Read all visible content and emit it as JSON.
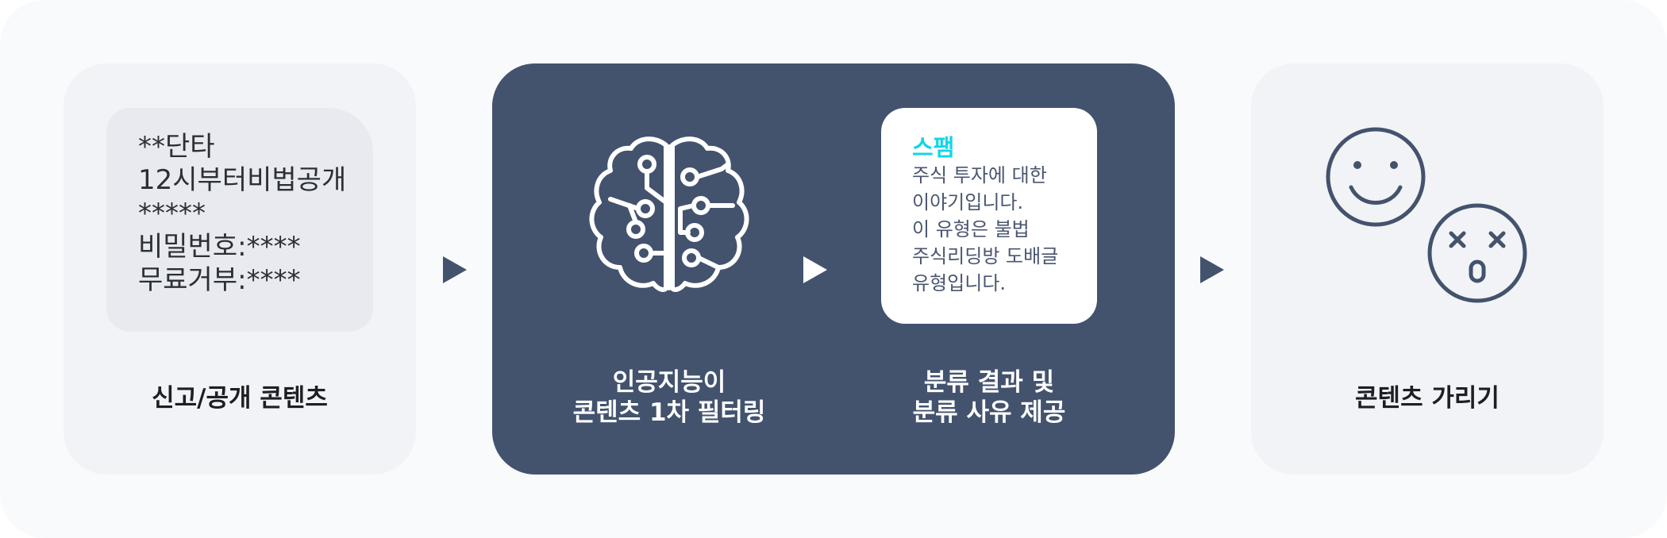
{
  "colors": {
    "background": "#f9fafb",
    "card_light": "#f2f3f6",
    "card_dark": "#43536e",
    "bubble": "#e8eaef",
    "accent_cyan": "#13d6e6",
    "icon_line": "#43536e"
  },
  "steps": {
    "report": {
      "bubble_lines": [
        "**단타",
        "12시부터비법공개",
        "*****",
        "비밀번호:****",
        "무료거부:****"
      ],
      "caption": "신고/공개 콘텐츠"
    },
    "ai_filter": {
      "icon": "brain-circuit-icon",
      "caption_lines": [
        "인공지능이",
        "콘텐츠 1차 필터링"
      ]
    },
    "classification": {
      "result_title": "스팸",
      "result_lines": [
        "주식 투자에 대한",
        "이야기입니다.",
        "이 유형은 불법",
        "주식리딩방 도배글",
        "유형입니다."
      ],
      "caption_lines": [
        "분류 결과 및",
        "분류 사유 제공"
      ]
    },
    "hide": {
      "icons": [
        "smiley-face-icon",
        "dizzy-face-icon"
      ],
      "caption": "콘텐츠 가리기"
    }
  },
  "arrows": [
    "arrow-right-icon",
    "arrow-right-icon",
    "arrow-right-icon"
  ]
}
